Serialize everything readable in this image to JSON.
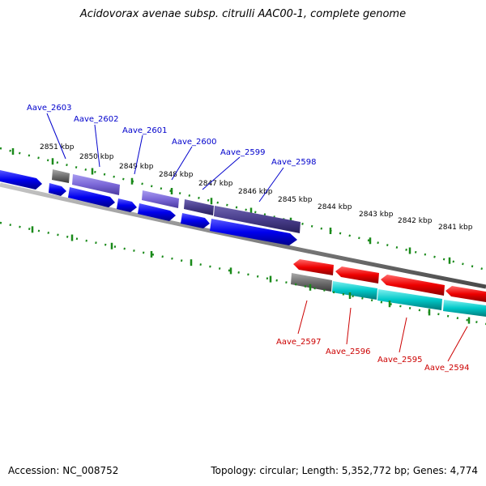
{
  "title": "Acidovorax avenae subsp. citrulli AAC00-1, complete genome",
  "footer": {
    "accession": "Accession: NC_008752",
    "summary": "Topology: circular; Length: 5,352,772 bp; Genes: 4,774"
  },
  "colors": {
    "forward_cds": "#0000ee",
    "forward_feature_light": "#7b68d8",
    "forward_feature_dark": "#483d8b",
    "reverse_cds": "#ee0000",
    "reverse_feature": "#00c8c8",
    "gray_feature": "#777777",
    "backbone": "#888888",
    "tick": "#1a8a1a",
    "forward_label": "#0000cc",
    "reverse_label": "#cc0000"
  },
  "kbp_ticks": [
    "2851 kbp",
    "2850 kbp",
    "2849 kbp",
    "2848 kbp",
    "2847 kbp",
    "2846 kbp",
    "2845 kbp",
    "2844 kbp",
    "2843 kbp",
    "2842 kbp",
    "2841 kbp"
  ],
  "forward_genes": [
    "Aave_2603",
    "Aave_2602",
    "Aave_2601",
    "Aave_2600",
    "Aave_2599",
    "Aave_2598"
  ],
  "reverse_genes": [
    "Aave_2597",
    "Aave_2596",
    "Aave_2595",
    "Aave_2594"
  ]
}
